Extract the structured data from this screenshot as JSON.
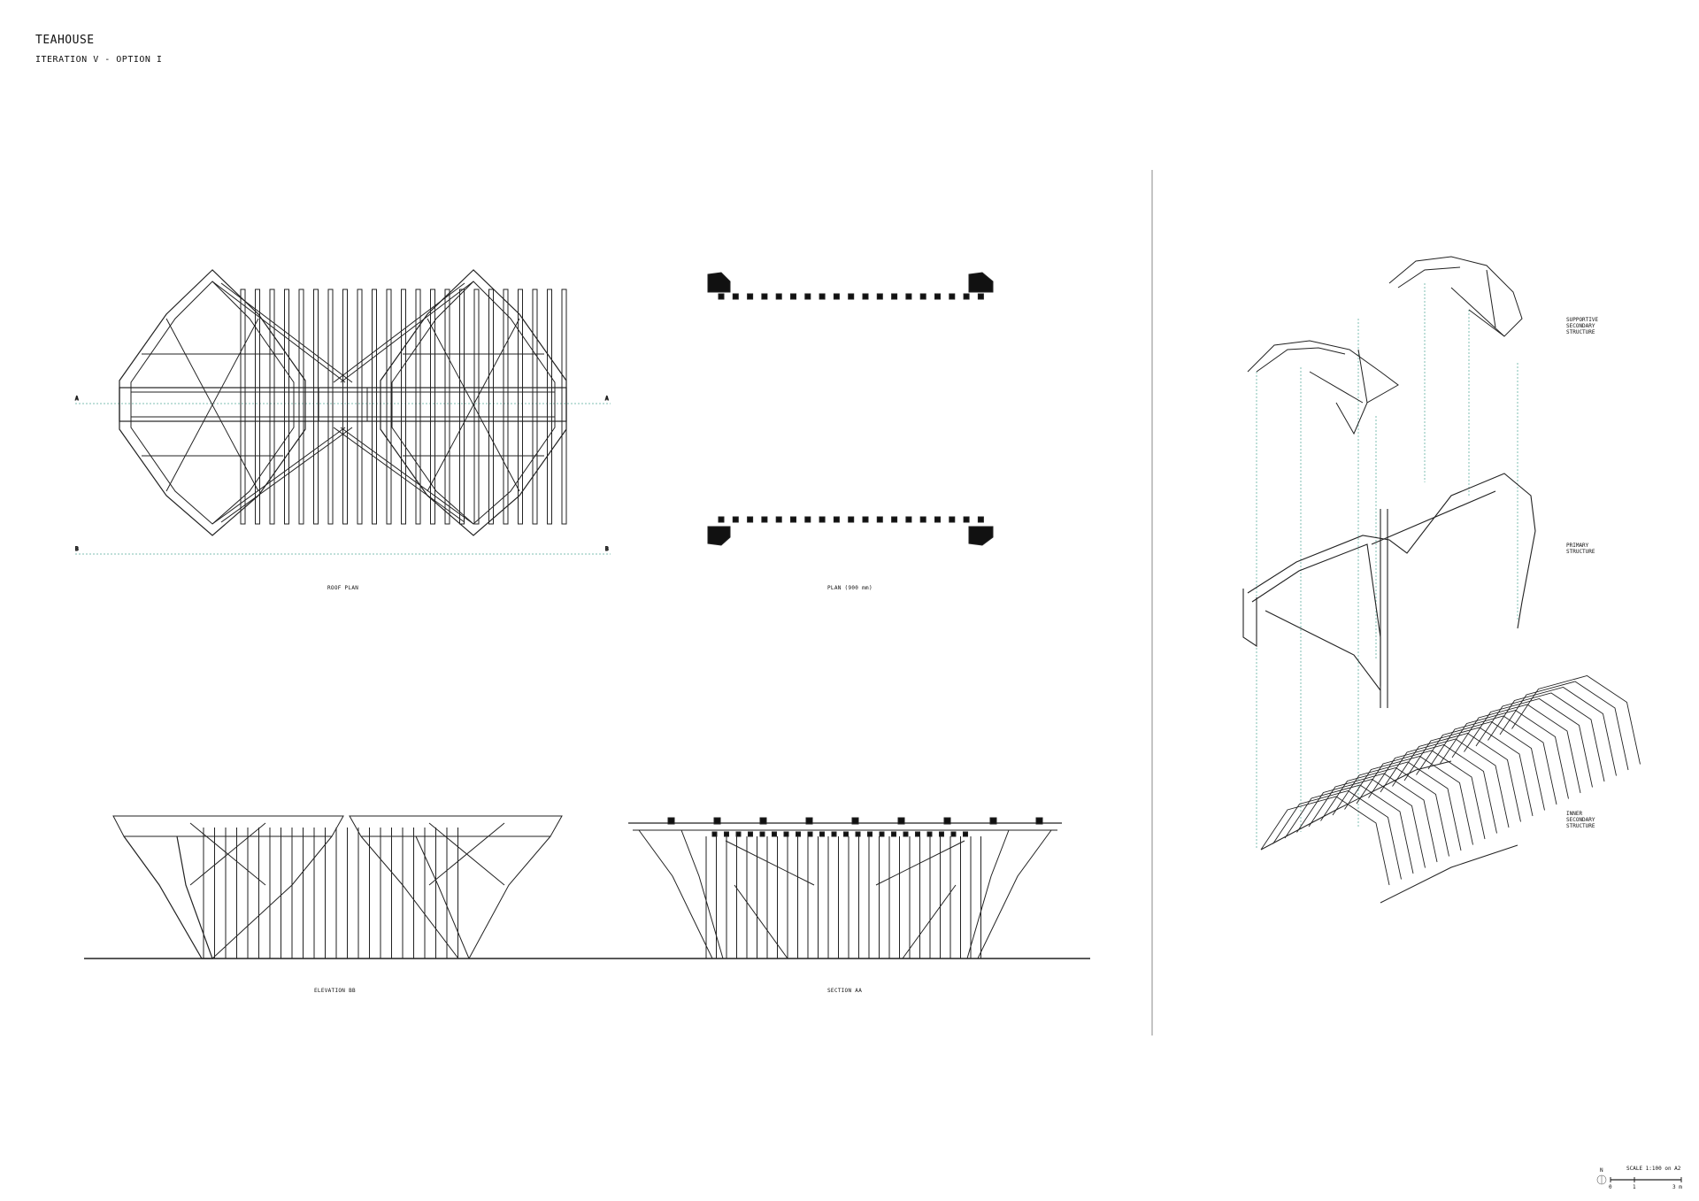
{
  "header": {
    "title": "TEAHOUSE",
    "subtitle": "ITERATION V - OPTION I"
  },
  "drawings": {
    "roof_plan": "ROOF PLAN",
    "plan": "PLAN (900 mm)",
    "elevation": "ELEVATION BB",
    "section": "SECTION AA"
  },
  "axes": {
    "a": "A",
    "b": "B"
  },
  "exploded": {
    "top": [
      "SUPPORTIVE",
      "SECONDARY",
      "STRUCTURE"
    ],
    "middle": [
      "PRIMARY",
      "STRUCTURE"
    ],
    "bottom": [
      "INNER",
      "SECONDARY",
      "STRUCTURE"
    ]
  },
  "scale": {
    "label": "SCALE 1:100 on A2",
    "ticks": [
      "0",
      "1",
      "3 m"
    ],
    "north": "N"
  },
  "colors": {
    "line": "#222222",
    "dash": "#7fbfb3",
    "divider": "#888888"
  }
}
